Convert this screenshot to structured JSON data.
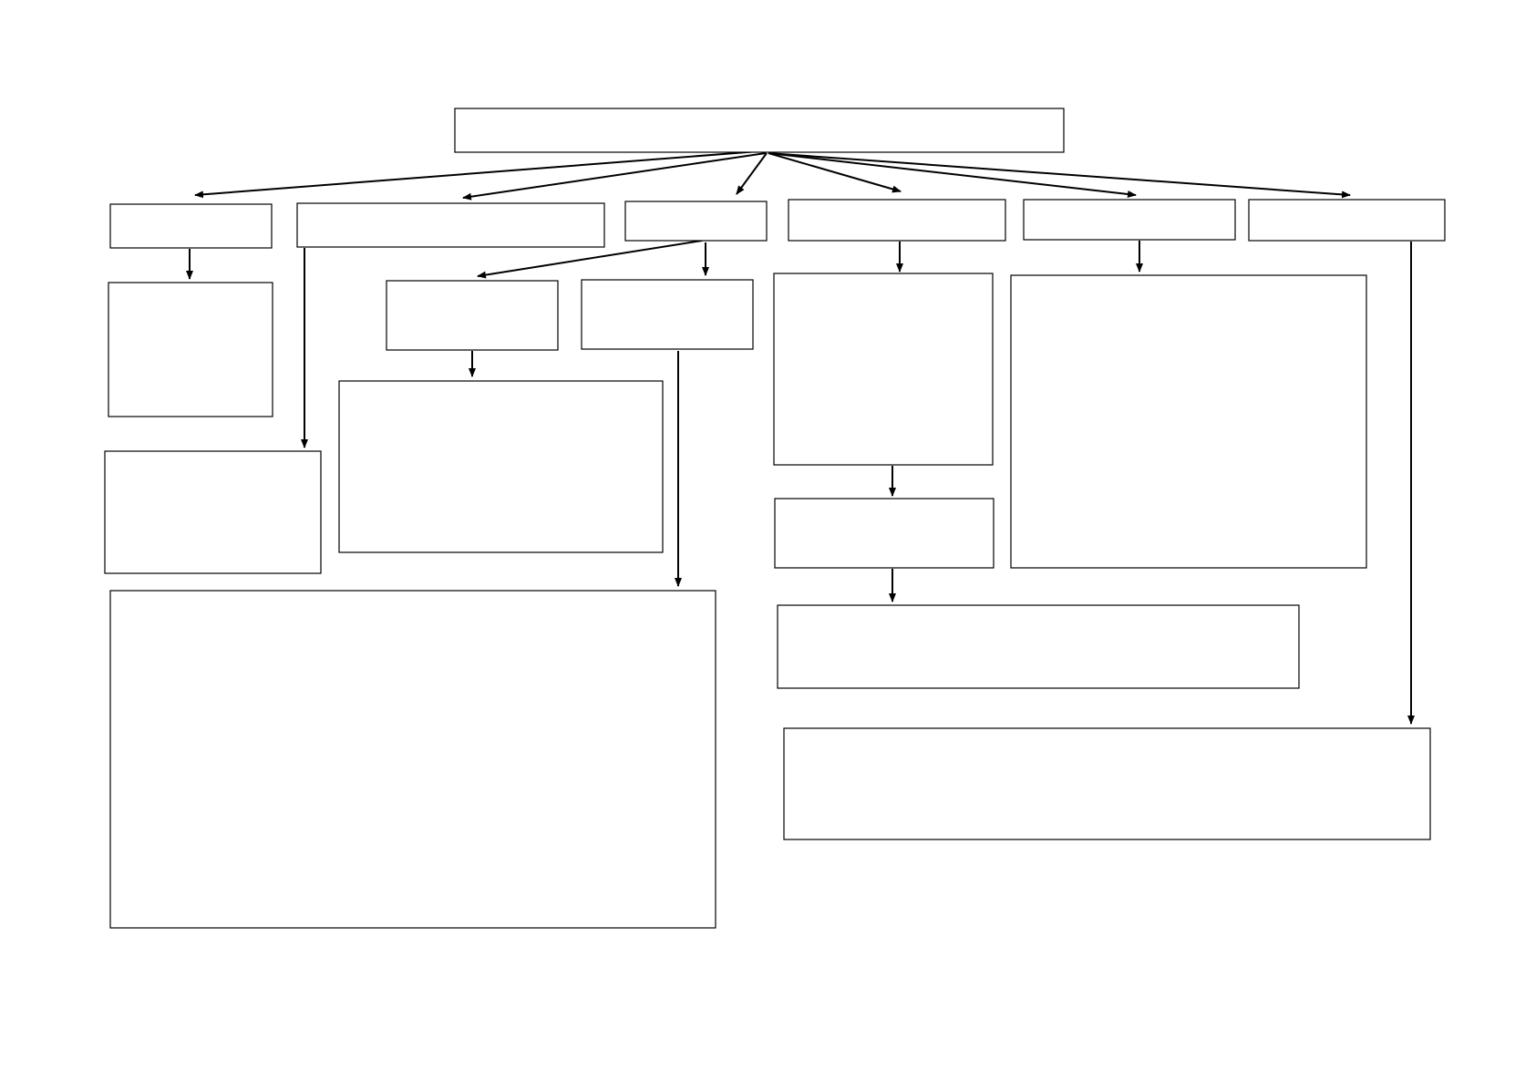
{
  "diagram": {
    "kind": "blank-concept-map",
    "nodes": [
      {
        "id": "root",
        "label": ""
      },
      {
        "id": "level1-a",
        "label": ""
      },
      {
        "id": "level1-b",
        "label": ""
      },
      {
        "id": "level1-c",
        "label": ""
      },
      {
        "id": "level1-d",
        "label": ""
      },
      {
        "id": "level1-e",
        "label": ""
      },
      {
        "id": "level1-f",
        "label": ""
      },
      {
        "id": "a-child",
        "label": ""
      },
      {
        "id": "b-child",
        "label": ""
      },
      {
        "id": "c-child-left",
        "label": ""
      },
      {
        "id": "c-child-right",
        "label": ""
      },
      {
        "id": "c-left-detail",
        "label": ""
      },
      {
        "id": "large-bottom-left",
        "label": ""
      },
      {
        "id": "d-child",
        "label": ""
      },
      {
        "id": "d-grandchild",
        "label": ""
      },
      {
        "id": "d-detail",
        "label": ""
      },
      {
        "id": "e-child",
        "label": ""
      },
      {
        "id": "f-child",
        "label": ""
      }
    ],
    "edges": [
      {
        "from": "root",
        "to": "level1-a"
      },
      {
        "from": "root",
        "to": "level1-b"
      },
      {
        "from": "root",
        "to": "level1-c"
      },
      {
        "from": "root",
        "to": "level1-d"
      },
      {
        "from": "root",
        "to": "level1-e"
      },
      {
        "from": "root",
        "to": "level1-f"
      },
      {
        "from": "level1-a",
        "to": "a-child"
      },
      {
        "from": "level1-b",
        "to": "b-child"
      },
      {
        "from": "level1-c",
        "to": "c-child-left"
      },
      {
        "from": "level1-c",
        "to": "c-child-right"
      },
      {
        "from": "c-child-left",
        "to": "c-left-detail"
      },
      {
        "from": "c-child-right",
        "to": "large-bottom-left"
      },
      {
        "from": "level1-d",
        "to": "d-child"
      },
      {
        "from": "d-child",
        "to": "d-grandchild"
      },
      {
        "from": "d-grandchild",
        "to": "d-detail"
      },
      {
        "from": "level1-e",
        "to": "e-child"
      },
      {
        "from": "level1-f",
        "to": "f-child"
      }
    ]
  }
}
